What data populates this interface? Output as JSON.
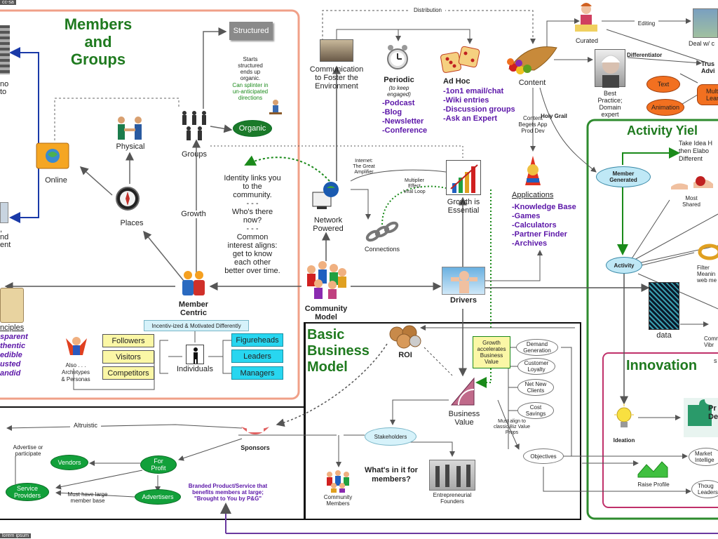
{
  "corner": {
    "top_left": "cc-sa",
    "bottom_left": "lorem ipsum"
  },
  "members_groups": {
    "title_line1": "Members",
    "title_line2": "and",
    "title_line3": "Groups",
    "structured": "Structured",
    "starts_structured": "Starts\nstructured\nends up\norganic.",
    "can_splinter": "Can splinter in\nun-anticipated\ndirections",
    "organic": "Organic",
    "physical": "Physical",
    "online": "Online",
    "groups": "Groups",
    "places": "Places",
    "growth": "Growth",
    "identity": "Identity links you\nto the\ncommunity.\n- - -\nWho's there\nnow?\n- - -\nCommon\ninterest aligns:\nget to know\neach other\nbetter over time.",
    "member_centric": "Member\nCentric",
    "incentivized": "Incentiv-ized & Motivated Differently",
    "followers": "Followers",
    "visitors": "Visitors",
    "competitors": "Competitors",
    "individuals": "Individuals",
    "figureheads": "Figureheads",
    "leaders": "Leaders",
    "managers": "Managers",
    "also": "Also . . .\nArchetypes\n& Personas"
  },
  "left_edge": {
    "frag1": "no",
    "frag2": "to",
    "frag3": ",\nnd\nent",
    "principles": "nciples",
    "values": [
      "sparent",
      "thentic",
      "edible",
      "usted",
      "andid"
    ]
  },
  "distribution": "Distribution",
  "communication": "Communication\nto Foster the\nEnvironment",
  "periodic": {
    "title": "Periodic",
    "subtitle": "(to keep\nengaged)",
    "items": [
      "-Podcast",
      "-Blog",
      "-Newsletter",
      "-Conference"
    ]
  },
  "adhoc": {
    "title": "Ad Hoc",
    "items": [
      "-1on1 email/chat",
      "-Wiki entries",
      "-Discussion groups",
      "-Ask an Expert"
    ]
  },
  "content": "Content",
  "curated": "Curated",
  "editing": "Editing",
  "deal": "Deal w/ c",
  "differentiator": "Differentiator",
  "best_practice": "Best\nPractice;\nDomain\nexpert",
  "trust": "Trus\nAdvi",
  "text_label": "Text",
  "animation": "Animation",
  "multi": "Mult\nLearn",
  "holy_grail": "Holy Grail",
  "content_begets": "Content\nBegets App\nProd Dev",
  "applications": {
    "title": "Applications",
    "items": [
      "-Knowledge Base",
      "-Games",
      "-Calculators",
      "-Partner Finder",
      "-Archives"
    ]
  },
  "internet": "Internet:\nThe Great\nAmplifier",
  "multiplier": "Multiplier\nEffect\nViral Loop",
  "network_powered": "Network\nPowered",
  "connections": "Connections",
  "growth_essential": "Growth is\nEssential",
  "community_model": "Community\nModel",
  "drivers": "Drivers",
  "basic_business": {
    "title_line1": "Basic",
    "title_line2": "Business",
    "title_line3": "Model",
    "roi": "ROI",
    "growth_accelerates": "Growth\naccelerates\nBusiness\nValue",
    "business_value": "Business\nValue",
    "must_align": "Must align to\nclassic Biz Value\nProps",
    "demand": "Demand\nGeneration",
    "loyalty": "Customer\nLoyalty",
    "net_new": "Net New\nClients",
    "cost": "Cost\nSavings",
    "objectives": "Objectives",
    "stakeholders": "Stakeholders",
    "whats_in": "What's in it for\nmembers?",
    "community_members": "Community\nMembers",
    "entrepreneurial": "Entrepreneurial\nFounders"
  },
  "sponsors_section": {
    "altruistic": "Altruistic",
    "sponsors": "Sponsors",
    "advertise": "Advertise or\nparticipate",
    "vendors": "Vendors",
    "for_profit": "For\nProfit",
    "service": "Service\nProviders",
    "advertisers": "Advertisers",
    "large_base": "Must have large\nmember base",
    "branded": "Branded Product/Service that\nbenefits members at large;\n\"Brought to You by P&G\""
  },
  "activity": {
    "title": "Activity Yiel",
    "take_idea": "Take Idea H\nthen Elabo\nDifferent",
    "member_generated": "Member\nGenerated",
    "most_shared": "Most\nShared",
    "activity": "Activity",
    "filter": "Filter\nMeanin\nweb me",
    "data": "data",
    "comm": "Comm\nVibr"
  },
  "innovation": {
    "title": "Innovation",
    "ideation": "Ideation",
    "pr": "Pr\nDev",
    "raise_profile": "Raise Profile",
    "market": "Market\nIntellige",
    "thought": "Thoug\nLeaders",
    "s": "s"
  },
  "colors": {
    "green_title": "#1f7a1f",
    "purple_text": "#5b16a8",
    "members_border": "#f0a088",
    "activity_border": "#2e8b2e",
    "innovation_border": "#c0306a",
    "cyan": "#28d6f0",
    "yellow": "#fbf7a6",
    "org_green": "#12a03a"
  }
}
